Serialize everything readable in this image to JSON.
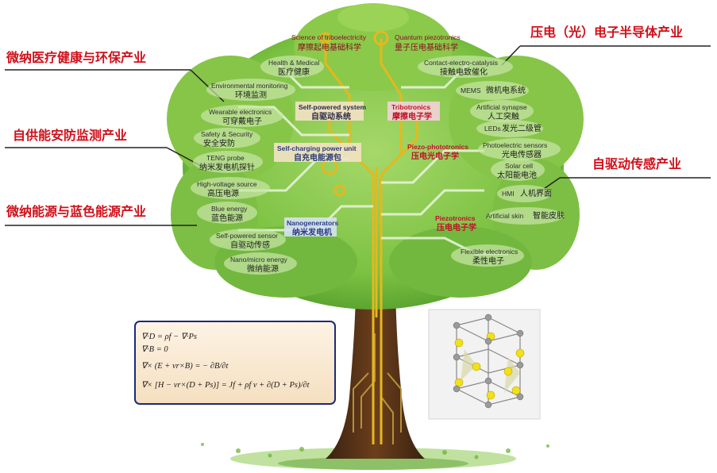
{
  "industries": {
    "left": [
      "微纳医疗健康与环保产业",
      "自供能安防监测产业",
      "微纳能源与蓝色能源产业"
    ],
    "right": [
      "压电（光）电子半导体产业",
      "自驱动传感产业"
    ]
  },
  "crown_top": [
    {
      "en": "Science of triboelectricity",
      "zh": "摩擦起电基础科学"
    },
    {
      "en": "Quantum piezotronics",
      "zh": "量子压电基础科学"
    }
  ],
  "categories": {
    "self_powered_system": {
      "en": "Self-powered system",
      "zh": "自驱动系统"
    },
    "self_charging_power_unit": {
      "en": "Self-charging power unit",
      "zh": "自充电能源包"
    },
    "nanogenerators": {
      "en": "Nanogenerators",
      "zh": "纳米发电机"
    },
    "tribotronics": {
      "en": "Tribotronics",
      "zh": "摩擦电子学"
    },
    "piezo_phototronics": {
      "en": "Piezo-phototronics",
      "zh": "压电光电子学"
    },
    "piezotronics": {
      "en": "Piezotronics",
      "zh": "压电电子学"
    }
  },
  "left_leaves": [
    {
      "en": "Health & Medical",
      "zh": "医疗健康"
    },
    {
      "en": "Environmental monitoring",
      "zh": "环境监测"
    },
    {
      "en": "Wearable electronics",
      "zh": "可穿戴电子"
    },
    {
      "en": "Safety & Security",
      "zh": "安全安防"
    },
    {
      "en": "TENG probe",
      "zh": "纳米发电机探针"
    },
    {
      "en": "High-voltage source",
      "zh": "高压电源"
    },
    {
      "en": "Blue energy",
      "zh": "蓝色能源"
    },
    {
      "en": "Self-powered sensor",
      "zh": "自驱动传感"
    },
    {
      "en": "Nano/micro energy",
      "zh": "微纳能源"
    }
  ],
  "right_leaves": [
    {
      "en": "Contact-electro-catalysis",
      "zh": "接触电致催化"
    },
    {
      "en": "MEMS",
      "zh": "微机电系统"
    },
    {
      "en": "Artificial synapse",
      "zh": "人工突触"
    },
    {
      "en": "LEDs",
      "zh": "发光二级管"
    },
    {
      "en": "Photoelectric sensors",
      "zh": "光电传感器"
    },
    {
      "en": "Solar cell",
      "zh": "太阳能电池"
    },
    {
      "en": "HMI",
      "zh": "人机界面"
    },
    {
      "en": "Artificial skin",
      "zh": "智能皮肤"
    },
    {
      "en": "Flexible electronics",
      "zh": "柔性电子"
    }
  ],
  "equations": [
    "∇·D = ρf − ∇·Ps",
    "∇·B = 0",
    "∇× (E + vr×B) = − ∂B/∂t",
    "∇× [H − vr×(D + Ps)] = Jf + ρf v + ∂(D + Ps)/∂t"
  ],
  "colors": {
    "industry_text": "#d0101a",
    "crown": "#7cc242",
    "trunk": "#5a3417",
    "gold": "#e5b81e",
    "self_powered_system": "#f3e2c4",
    "nanogenerators": "#d6e1f2",
    "tribotronics": "#f4d2d8"
  }
}
